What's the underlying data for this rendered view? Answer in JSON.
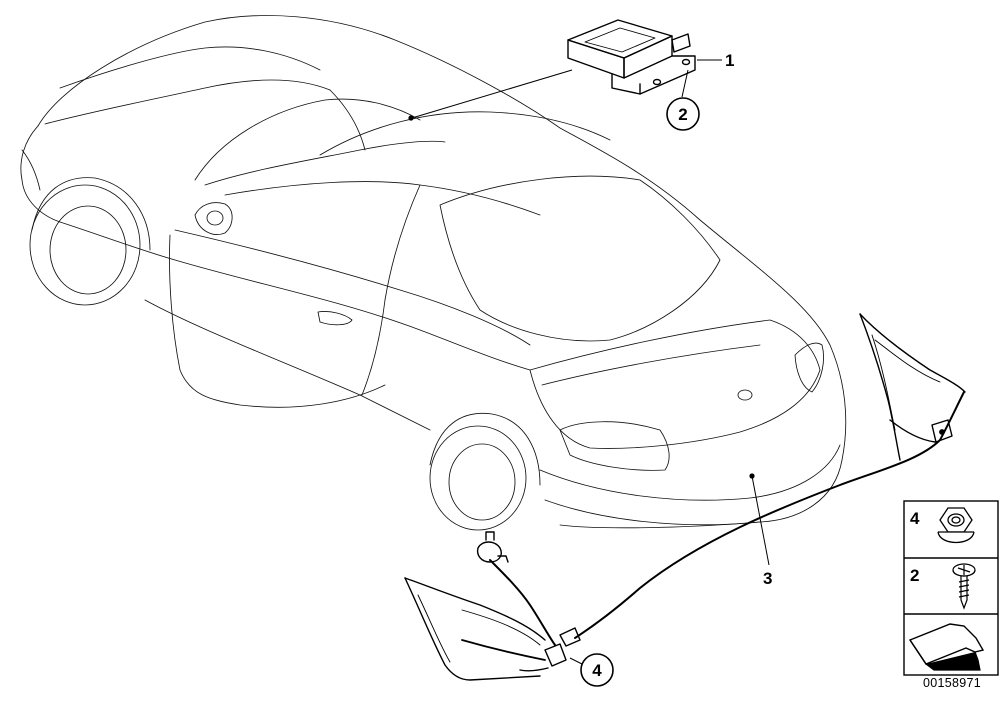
{
  "callouts": {
    "c1": "1",
    "c2": "2",
    "c3": "3",
    "c4": "4"
  },
  "legend": {
    "nut_number": "4",
    "screw_number": "2"
  },
  "doc_id": "00158971"
}
